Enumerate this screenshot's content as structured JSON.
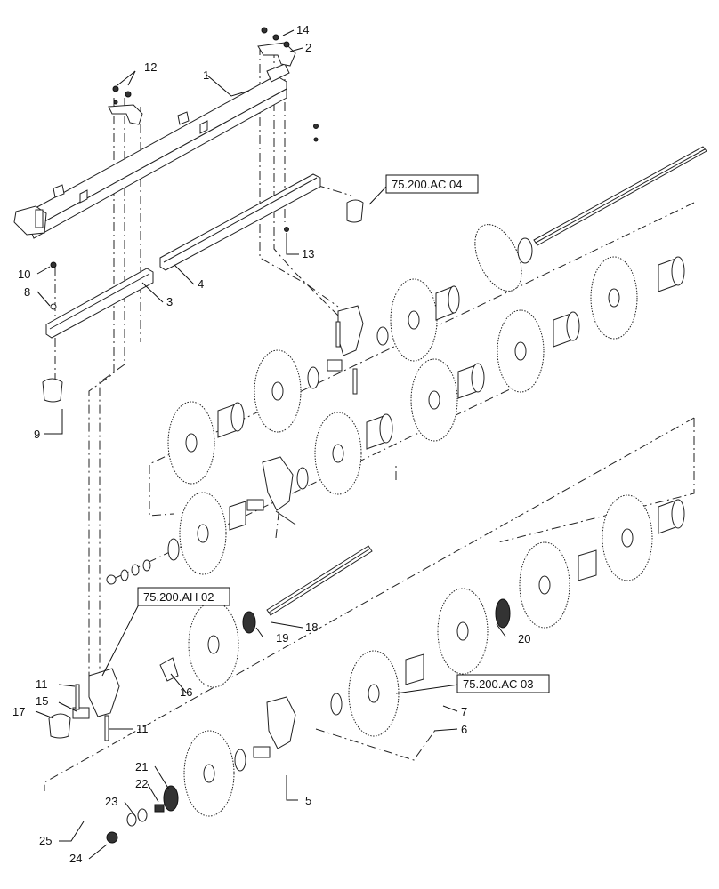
{
  "callouts": [
    {
      "id": "c1",
      "label": "1"
    },
    {
      "id": "c2",
      "label": "2"
    },
    {
      "id": "c3",
      "label": "3"
    },
    {
      "id": "c4",
      "label": "4"
    },
    {
      "id": "c5",
      "label": "5"
    },
    {
      "id": "c6",
      "label": "6"
    },
    {
      "id": "c7",
      "label": "7"
    },
    {
      "id": "c8",
      "label": "8"
    },
    {
      "id": "c9",
      "label": "9"
    },
    {
      "id": "c10",
      "label": "10"
    },
    {
      "id": "c11a",
      "label": "11"
    },
    {
      "id": "c11b",
      "label": "11"
    },
    {
      "id": "c12",
      "label": "12"
    },
    {
      "id": "c13",
      "label": "13"
    },
    {
      "id": "c14",
      "label": "14"
    },
    {
      "id": "c15",
      "label": "15"
    },
    {
      "id": "c16",
      "label": "16"
    },
    {
      "id": "c17",
      "label": "17"
    },
    {
      "id": "c18",
      "label": "18"
    },
    {
      "id": "c19",
      "label": "19"
    },
    {
      "id": "c20",
      "label": "20"
    },
    {
      "id": "c21",
      "label": "21"
    },
    {
      "id": "c22",
      "label": "22"
    },
    {
      "id": "c23",
      "label": "23"
    },
    {
      "id": "c24",
      "label": "24"
    },
    {
      "id": "c25",
      "label": "25"
    }
  ],
  "references": {
    "ac04": "75.200.AC 04",
    "ah02": "75.200.AH 02",
    "ac03": "75.200.AC 03"
  }
}
